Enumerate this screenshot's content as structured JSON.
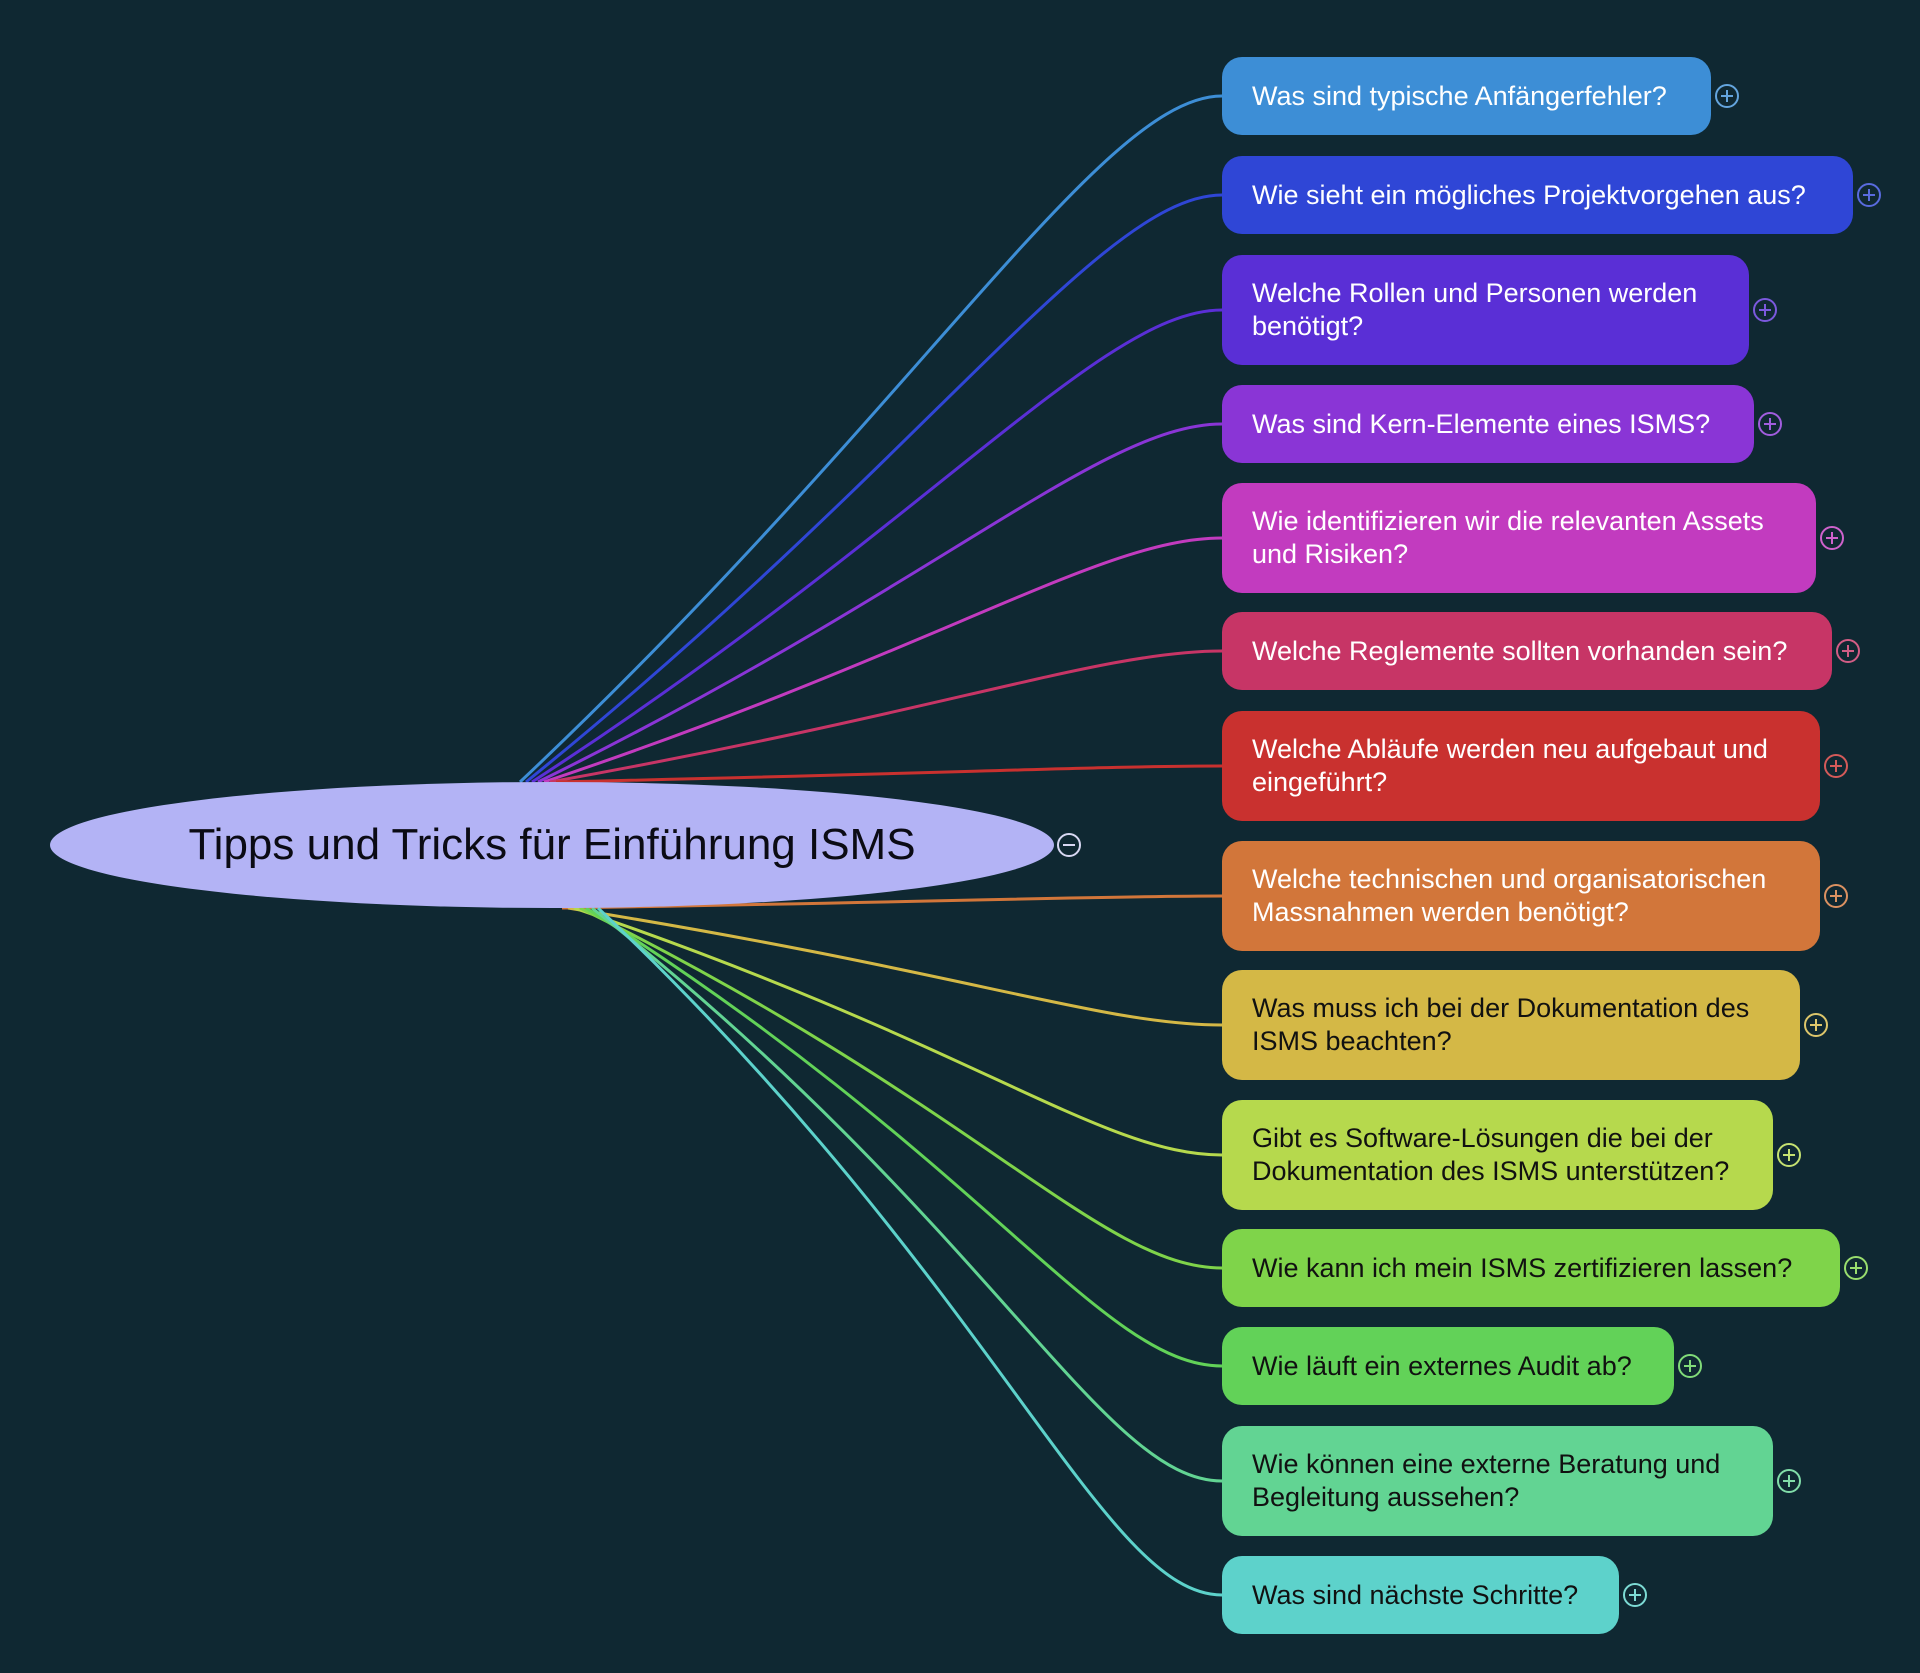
{
  "mindmap": {
    "central": {
      "label": "Tipps und Tricks für Einführung ISMS",
      "color": "#b3b3f5",
      "toggle_icon": "collapse-minus-icon"
    },
    "background_color": "#0f2832",
    "expand_icon": "expand-plus-icon",
    "topics": [
      {
        "label": "Was sind typische Anfängerfehler?",
        "color": "#3d8ed6",
        "text_color": "#ffffff"
      },
      {
        "label": "Wie sieht ein mögliches Projektvorgehen aus?",
        "color": "#2f46d6",
        "text_color": "#ffffff"
      },
      {
        "label": "Welche Rollen und Personen werden benötigt?",
        "color": "#5a2fd6",
        "text_color": "#ffffff"
      },
      {
        "label": "Was sind Kern-Elemente eines ISMS?",
        "color": "#8a35d6",
        "text_color": "#ffffff"
      },
      {
        "label": "Wie identifizieren wir die relevanten Assets und Risiken?",
        "color": "#c23bbf",
        "text_color": "#ffffff"
      },
      {
        "label": "Welche Reglemente sollten vorhanden sein?",
        "color": "#c73566",
        "text_color": "#ffffff"
      },
      {
        "label": "Welche Abläufe werden neu aufgebaut und eingeführt?",
        "color": "#c9312f",
        "text_color": "#ffffff"
      },
      {
        "label": "Welche technischen und organisatorischen Massnahmen werden benötigt?",
        "color": "#d2763a",
        "text_color": "#ffffff"
      },
      {
        "label": "Was muss ich bei der Dokumentation des ISMS beachten?",
        "color": "#d4b846",
        "text_color": "#111111"
      },
      {
        "label": "Gibt es Software-Lösungen die bei der Dokumentation des ISMS unterstützen?",
        "color": "#b6d94d",
        "text_color": "#111111"
      },
      {
        "label": "Wie kann ich mein ISMS zertifizieren lassen?",
        "color": "#7fd44a",
        "text_color": "#111111"
      },
      {
        "label": "Wie läuft ein externes Audit ab?",
        "color": "#62d258",
        "text_color": "#111111"
      },
      {
        "label": "Wie können eine externe Beratung und Begleitung aussehen?",
        "color": "#62d493",
        "text_color": "#111111"
      },
      {
        "label": "Was sind nächste Schritte?",
        "color": "#5dd2cb",
        "text_color": "#111111"
      }
    ]
  }
}
